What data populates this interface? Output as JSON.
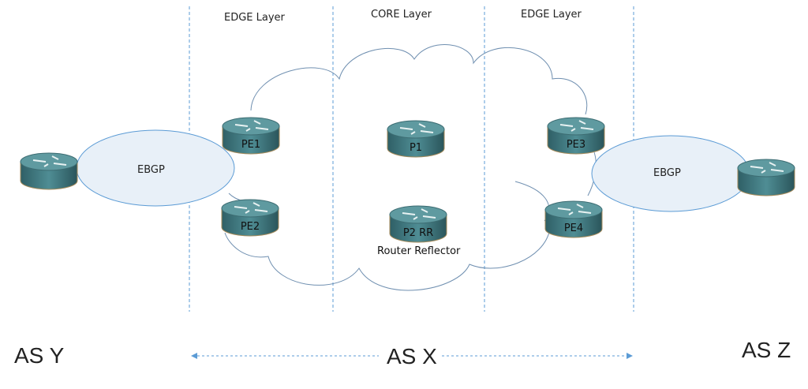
{
  "layers": [
    "EDGE Layer",
    "CORE Layer",
    "EDGE Layer"
  ],
  "routers": [
    {
      "id": "as-y-router",
      "label": ""
    },
    {
      "id": "pe1",
      "label": "PE1"
    },
    {
      "id": "pe2",
      "label": "PE2"
    },
    {
      "id": "p1",
      "label": "P1"
    },
    {
      "id": "p2rr",
      "label": "P2 RR"
    },
    {
      "id": "pe3",
      "label": "PE3"
    },
    {
      "id": "pe4",
      "label": "PE4"
    },
    {
      "id": "as-z-router",
      "label": ""
    }
  ],
  "sessions": [
    "EBGP",
    "EBGP"
  ],
  "rr_caption": "Router Reflector",
  "as": {
    "left": "AS Y",
    "center": "AS X",
    "right": "AS Z"
  },
  "colors": {
    "line": "#5b9bd5",
    "cloud": "#6f8fb0",
    "ellipse_fill": "#e8f0f8"
  }
}
